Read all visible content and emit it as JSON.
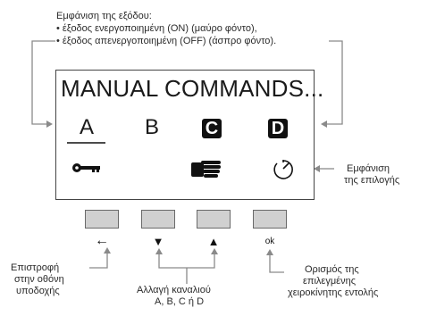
{
  "header": {
    "line1": "Εμφάνιση της εξόδου:",
    "line2": "• έξοδος ενεργοποιημένη (ON) (μαύρο φόντο),",
    "line3": "• έξοδος απενεργοποιημένη (OFF) (άσπρο φόντο)."
  },
  "screen": {
    "title": "MANUAL COMMANDS...",
    "channels": [
      "A",
      "B",
      "C",
      "D"
    ],
    "icons": [
      "key-icon",
      "hand-icon",
      "timer-icon"
    ]
  },
  "right_label": {
    "line1": "Εμφάνιση",
    "line2": "της επιλογής"
  },
  "buttons": {
    "glyphs": [
      "←",
      "▼",
      "▲",
      "ok"
    ]
  },
  "bottom_labels": {
    "back": [
      "Επιστροφή",
      "στην οθόνη",
      "υποδοχής"
    ],
    "channel": [
      "Αλλαγή καναλιού",
      "A, B, C ή D"
    ],
    "ok": [
      "Ορισμός της",
      "επιλεγμένης",
      "χειροκίνητης εντολής"
    ]
  },
  "colors": {
    "line": "#8a8a8a",
    "button": "#d0d0d0",
    "active_bg": "#111111"
  }
}
